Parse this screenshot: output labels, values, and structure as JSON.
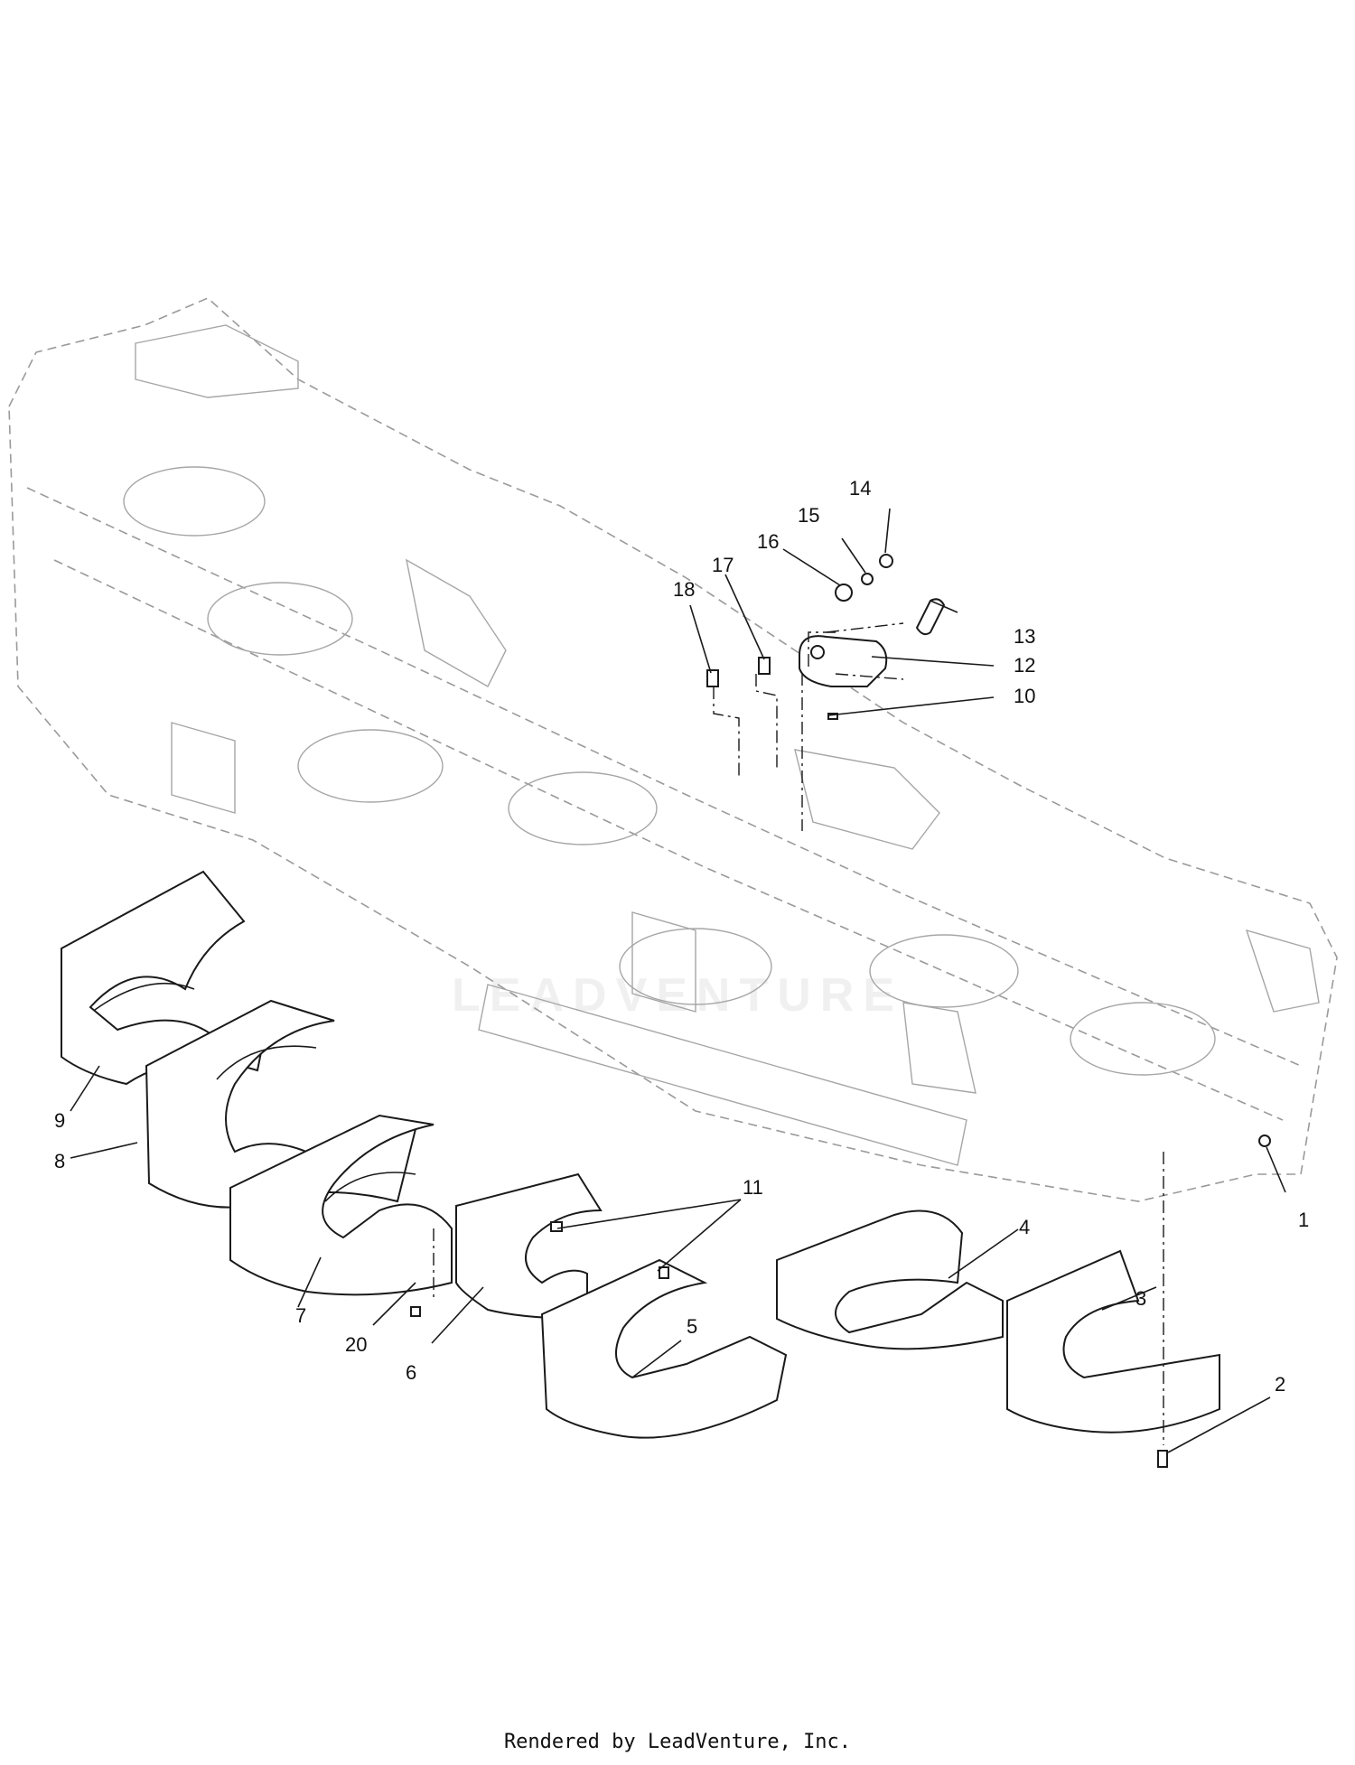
{
  "footer": {
    "text": "Rendered by LeadVenture, Inc."
  },
  "watermark": {
    "text": "LEADVENTURE",
    "icon": "flame-logo-icon"
  },
  "callouts": [
    "1",
    "2",
    "3",
    "4",
    "5",
    "6",
    "7",
    "8",
    "9",
    "10",
    "11",
    "12",
    "13",
    "14",
    "15",
    "16",
    "17",
    "18",
    "20"
  ],
  "colors": {
    "line": "#1a1a1a",
    "faint": "#9a9a9a",
    "background": "#ffffff"
  }
}
